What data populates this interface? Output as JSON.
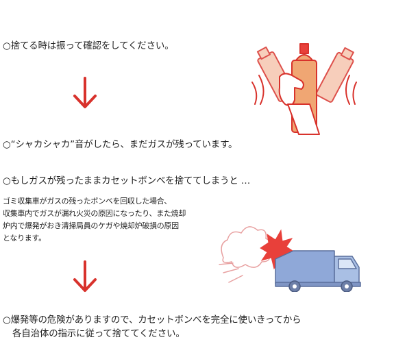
{
  "instructions": {
    "step1": "○捨てる時は振って確認をしてください。",
    "step2": "○“シャカシャカ”音がしたら、まだガスが残っています。",
    "step3": "○もしガスが残ったままカセットボンベを捨ててしまうと …",
    "warning_lines": [
      "ゴミ収集車がガスの残ったボンベを回収した場合、",
      "収集車内でガスが漏れ火災の原因になったり、また焼却",
      "炉内で爆発がおき清掃局員のケガや焼却炉破損の原因",
      "となります。"
    ],
    "step4_line1": "○爆発等の危険がありますので、カセットボンベを完全に使いきってから",
    "step4_line2": "各自治体の指示に従って捨ててください。"
  },
  "colors": {
    "arrow": "#d8322c",
    "can_body": "#f0a673",
    "can_outline": "#d8322c",
    "truck": "#8fa8d8",
    "explosion": "#e8403a"
  },
  "icons": {
    "arrow": "down-arrow-icon",
    "shake": "shaking-gas-can-illustration",
    "truck": "garbage-truck-explosion-illustration"
  }
}
